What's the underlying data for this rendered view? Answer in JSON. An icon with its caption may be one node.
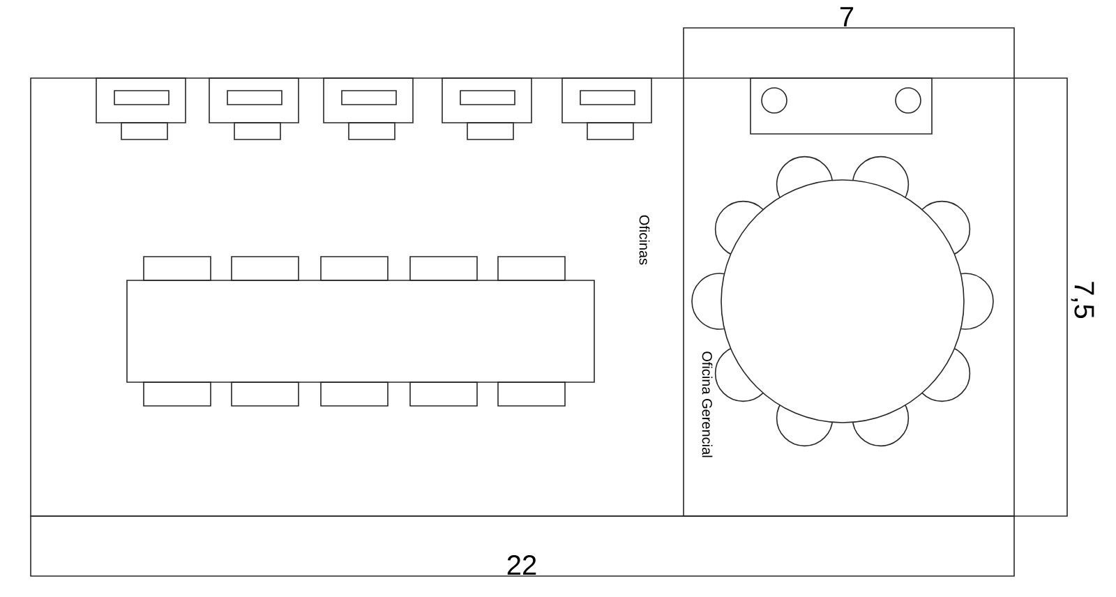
{
  "diagram": {
    "labels": [
      "7",
      "Oficinas",
      "7,5",
      "Oficina Gerencial",
      "22"
    ]
  }
}
